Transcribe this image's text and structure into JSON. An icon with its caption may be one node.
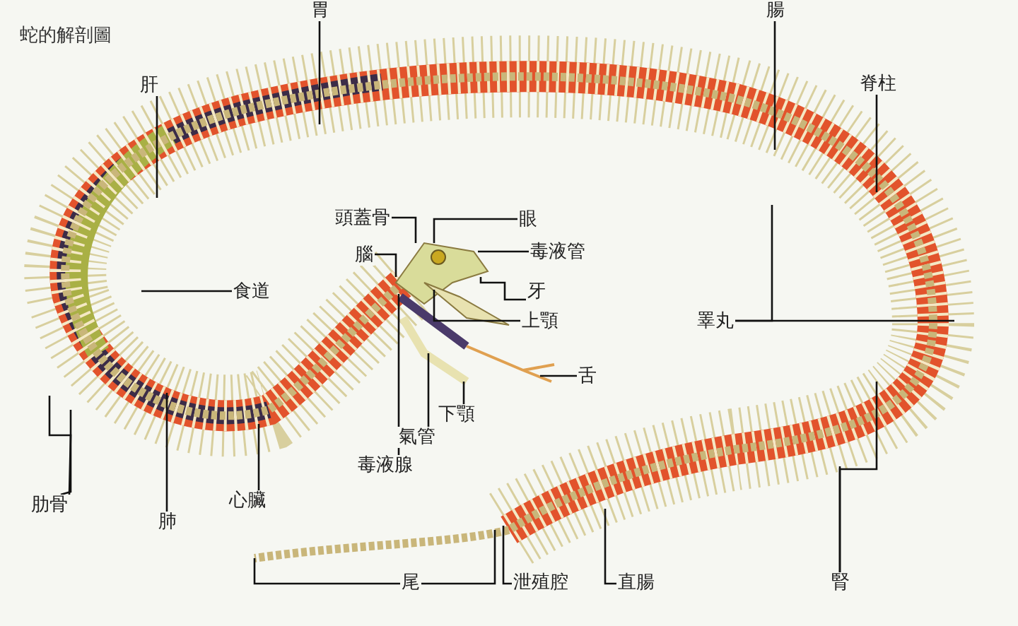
{
  "diagram": {
    "title": "蛇的解剖圖",
    "nodes": [
      {
        "text": [
          "肝"
        ]
      },
      {
        "text": [
          "胃"
        ]
      },
      {
        "text": [
          "腸"
        ]
      },
      {
        "text": [
          "脊柱"
        ]
      },
      {
        "text": [
          "頭蓋骨"
        ]
      },
      {
        "text": [
          "眼"
        ]
      },
      {
        "text": [
          "腦"
        ]
      },
      {
        "text": [
          "毒液管"
        ]
      },
      {
        "text": [
          "食道"
        ]
      },
      {
        "text": [
          "牙"
        ]
      },
      {
        "text": [
          "上顎"
        ]
      },
      {
        "text": [
          "睪丸"
        ]
      },
      {
        "text": [
          "舌"
        ]
      },
      {
        "text": [
          "下顎"
        ]
      },
      {
        "text": [
          "氣管"
        ]
      },
      {
        "text": [
          "毒液腺"
        ]
      },
      {
        "text": [
          "肋骨"
        ]
      },
      {
        "text": [
          "肺"
        ]
      },
      {
        "text": [
          "心臟"
        ]
      },
      {
        "text": [
          "腎"
        ]
      },
      {
        "text": [
          "尾"
        ]
      },
      {
        "text": [
          "泄殖腔"
        ]
      },
      {
        "text": [
          "直腸"
        ]
      }
    ],
    "edges": [
      {
        "from": 0,
        "to": null,
        "arrow": "none"
      },
      {
        "from": 1,
        "to": null,
        "arrow": "none"
      },
      {
        "from": 2,
        "to": null,
        "arrow": "none"
      },
      {
        "from": 3,
        "to": null,
        "arrow": "none"
      },
      {
        "from": 4,
        "to": null,
        "arrow": "none"
      },
      {
        "from": 5,
        "to": null,
        "arrow": "none"
      },
      {
        "from": 6,
        "to": null,
        "arrow": "none"
      },
      {
        "from": 7,
        "to": null,
        "arrow": "none"
      },
      {
        "from": 8,
        "to": null,
        "arrow": "none"
      },
      {
        "from": 9,
        "to": null,
        "arrow": "none"
      },
      {
        "from": 10,
        "to": null,
        "arrow": "none"
      },
      {
        "from": 11,
        "to": null,
        "arrow": "none"
      },
      {
        "from": 11,
        "to": null,
        "arrow": "none"
      },
      {
        "from": 12,
        "to": null,
        "arrow": "none"
      },
      {
        "from": 13,
        "to": null,
        "arrow": "none"
      },
      {
        "from": 14,
        "to": null,
        "arrow": "none"
      },
      {
        "from": 15,
        "to": null,
        "arrow": "none"
      },
      {
        "from": 16,
        "to": null,
        "arrow": "none"
      },
      {
        "from": 16,
        "to": null,
        "arrow": "none"
      },
      {
        "from": 17,
        "to": null,
        "arrow": "none"
      },
      {
        "from": 18,
        "to": null,
        "arrow": "none"
      },
      {
        "from": 19,
        "to": null,
        "arrow": "none"
      },
      {
        "from": 19,
        "to": null,
        "arrow": "none"
      },
      {
        "from": 20,
        "to": null,
        "arrow": "none"
      },
      {
        "from": 20,
        "to": null,
        "arrow": "none"
      },
      {
        "from": 21,
        "to": null,
        "arrow": "none"
      },
      {
        "from": 22,
        "to": null,
        "arrow": "none"
      }
    ]
  }
}
